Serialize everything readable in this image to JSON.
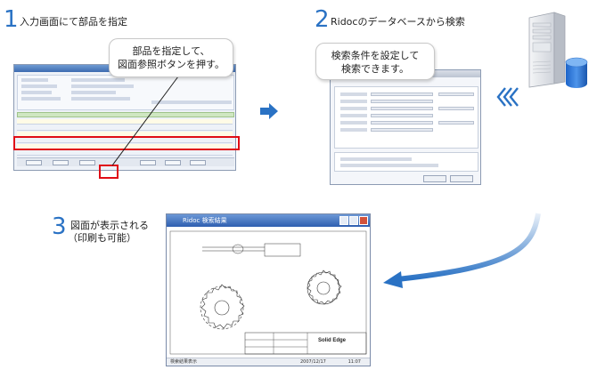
{
  "steps": [
    {
      "num": "1",
      "title": "入力画面にて部品を指定"
    },
    {
      "num": "2",
      "title": "Ridocのデータベースから検索"
    },
    {
      "num": "3",
      "title_line1": "図面が表示される",
      "title_line2": "（印刷も可能）"
    }
  ],
  "callouts": {
    "step1": {
      "line1": "部品を指定して、",
      "line2": "図面参照ボタンを押す。"
    },
    "step2": {
      "line1": "検索条件を設定して",
      "line2": "検索できます。"
    }
  },
  "viewer": {
    "title": "Ridoc 検索結果",
    "status_left": "検索結果表示",
    "status_date": "2007/12/17",
    "status_time": "11:07",
    "drawing_title": "Solid Edge"
  },
  "colors": {
    "accent_blue": "#2a72c4",
    "highlight_red": "#e00d16",
    "titlebar_blue": "#3d6cb1"
  },
  "icons": [
    "right-arrow-icon",
    "server-icon",
    "database-icon",
    "signal-chevron-icon",
    "curved-arrow-icon"
  ]
}
